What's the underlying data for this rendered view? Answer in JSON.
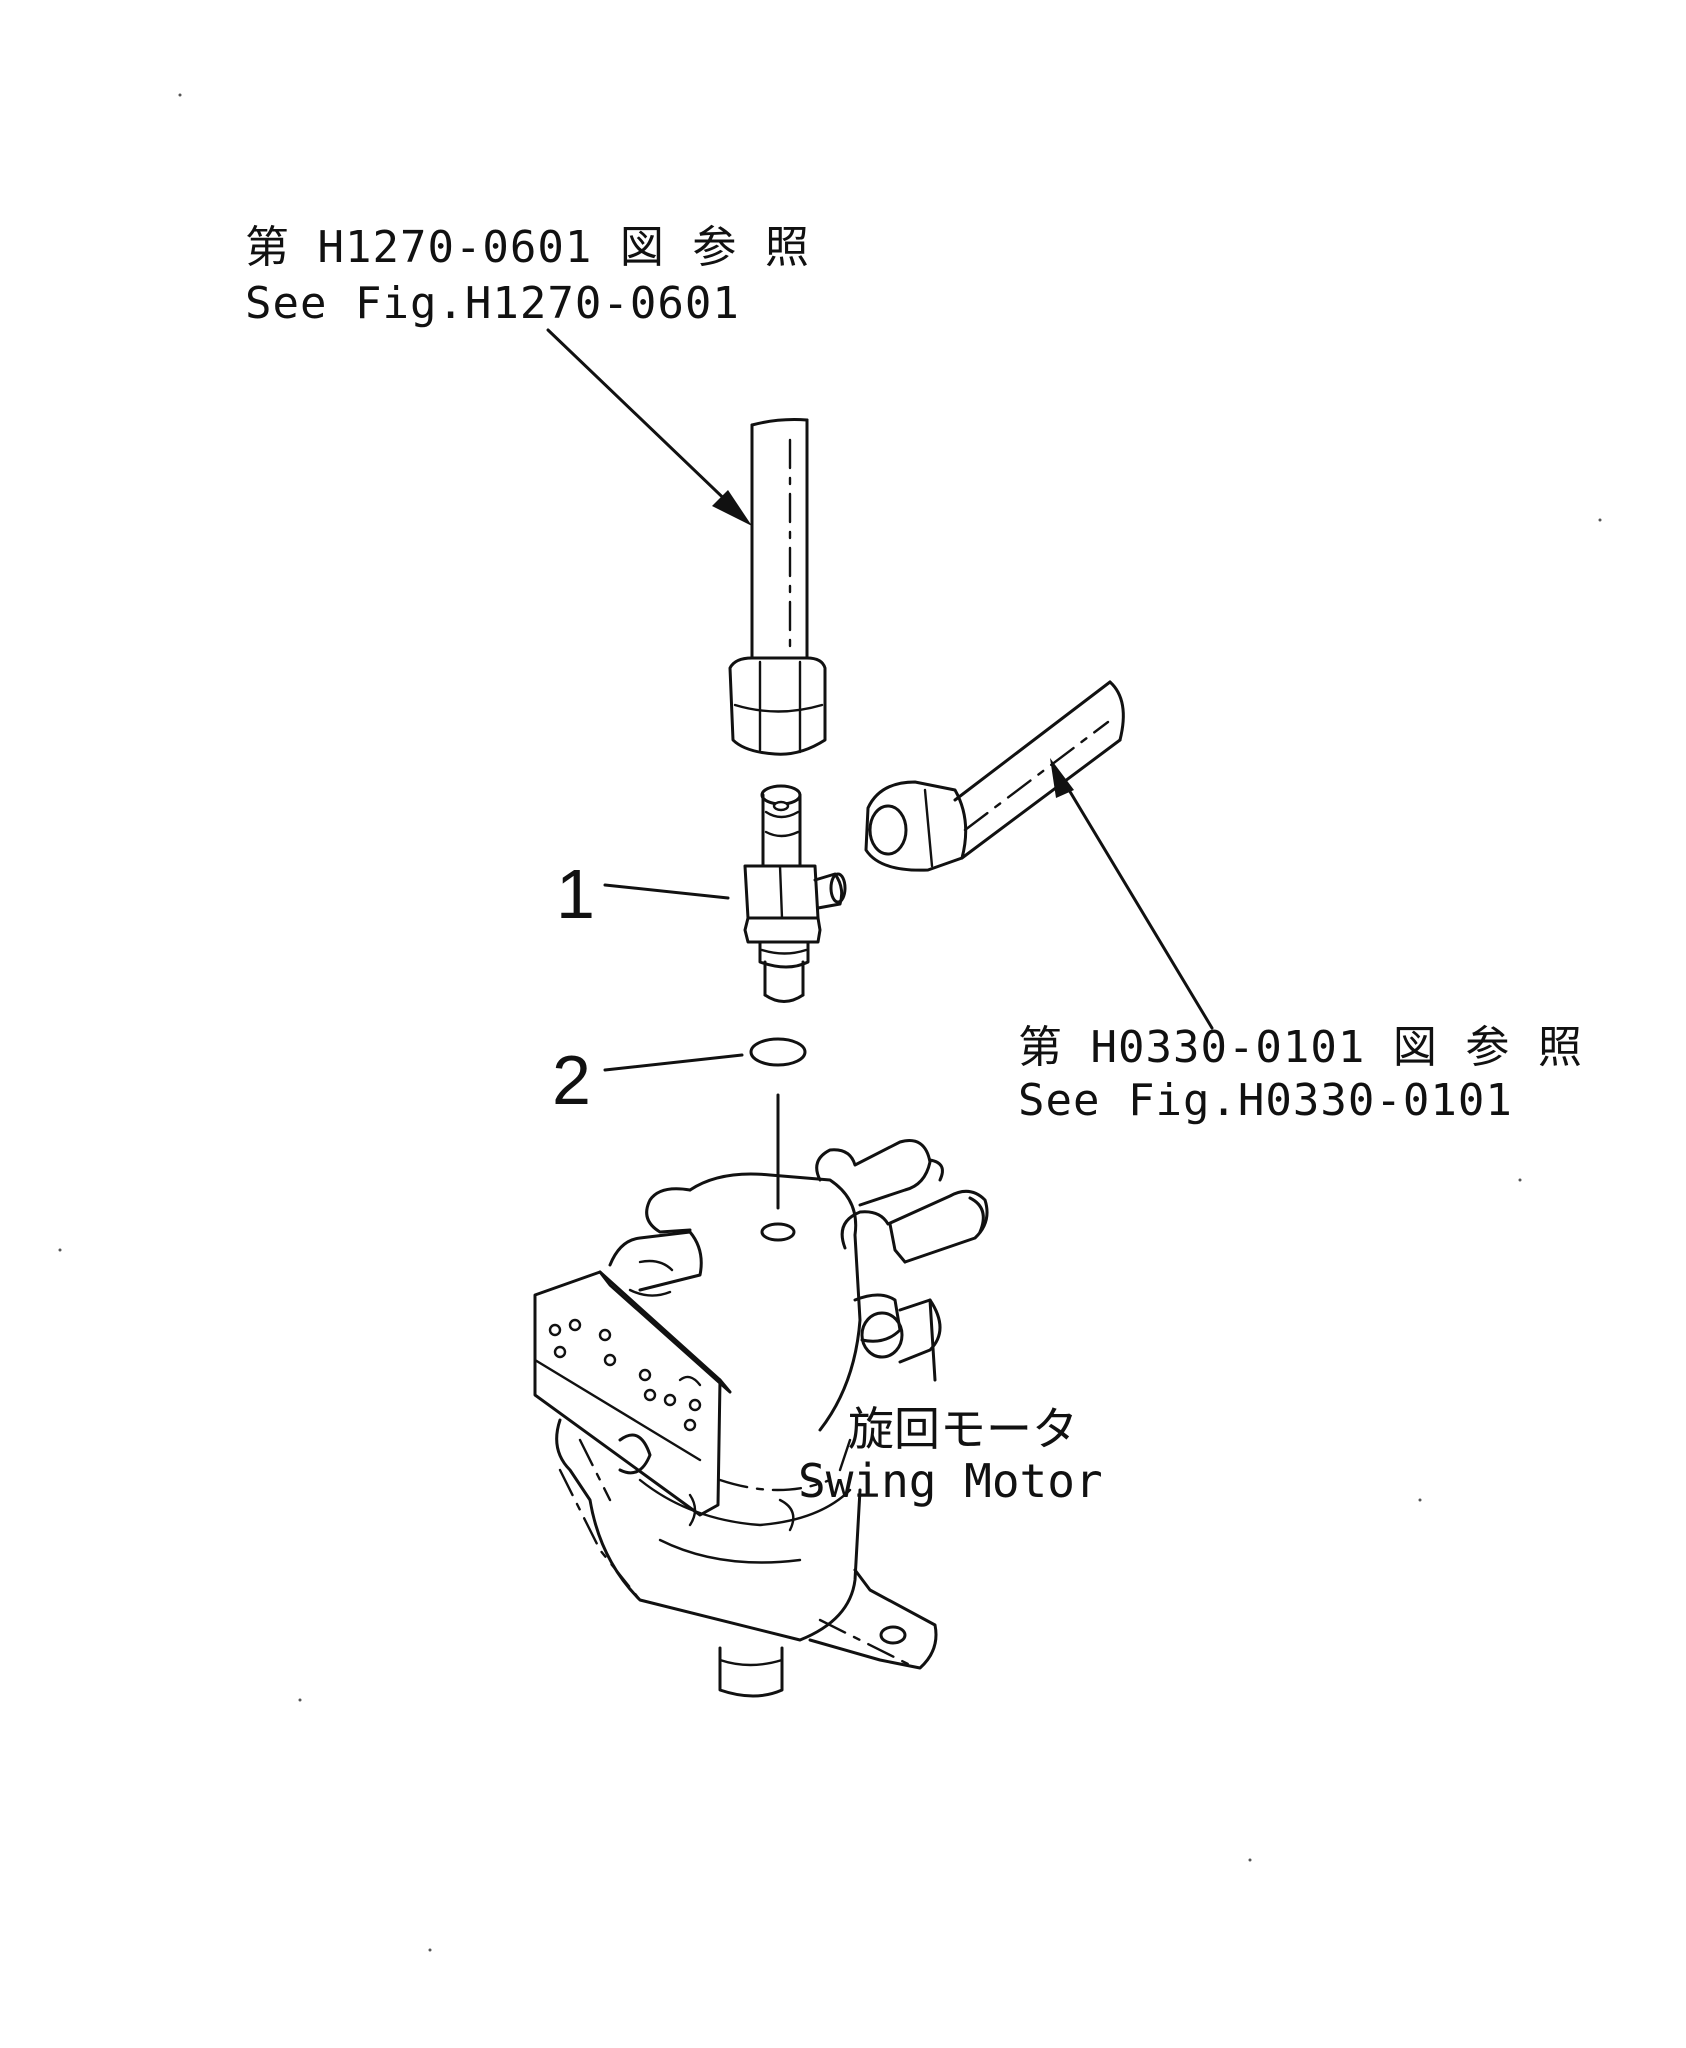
{
  "ref_top": {
    "jp": "第 H1270-0601 図 参 照",
    "en": "See Fig.H1270-0601"
  },
  "ref_right": {
    "jp": "第 H0330-0101 図 参 照",
    "en": "See Fig.H0330-0101"
  },
  "callouts": [
    {
      "number": "1"
    },
    {
      "number": "2"
    }
  ],
  "motor": {
    "jp": "旋回モータ",
    "en": "Swing Motor"
  },
  "colors": {
    "ink": "#111111",
    "paper": "#ffffff"
  }
}
